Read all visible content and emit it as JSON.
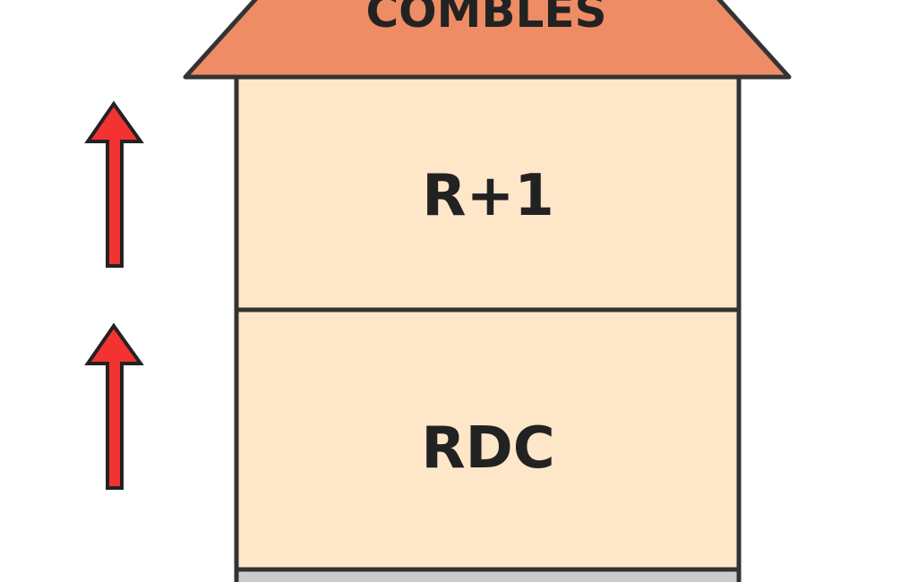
{
  "roof": {
    "label": "COMBLES",
    "color": "#EE8C66"
  },
  "floors": [
    {
      "label": "R+1",
      "color": "#FEE7C9"
    },
    {
      "label": "RDC",
      "color": "#FEE7C9"
    }
  ],
  "foundation": {
    "color": "#CCCCCC"
  },
  "arrows": [
    {
      "direction": "up",
      "color": "#F33232"
    },
    {
      "direction": "up",
      "color": "#F33232"
    }
  ]
}
